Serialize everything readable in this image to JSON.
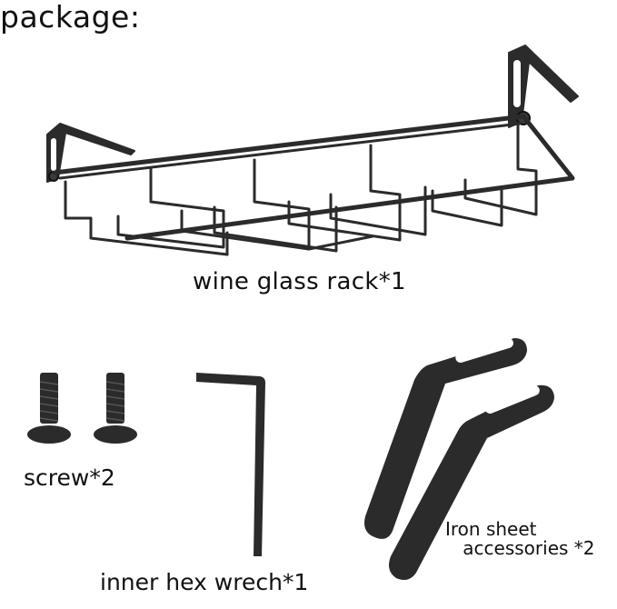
{
  "title": "package:",
  "items": {
    "rack": {
      "label": "wine glass rack*1"
    },
    "screws": {
      "label": "screw*2"
    },
    "hex_wrench": {
      "label": "inner hex wrech*1"
    },
    "iron_sheet": {
      "label_line1": "Iron sheet",
      "label_line2": "accessories *2"
    }
  },
  "colors": {
    "metal": "#2b2b2b",
    "text": "#111111",
    "background": "#ffffff"
  }
}
